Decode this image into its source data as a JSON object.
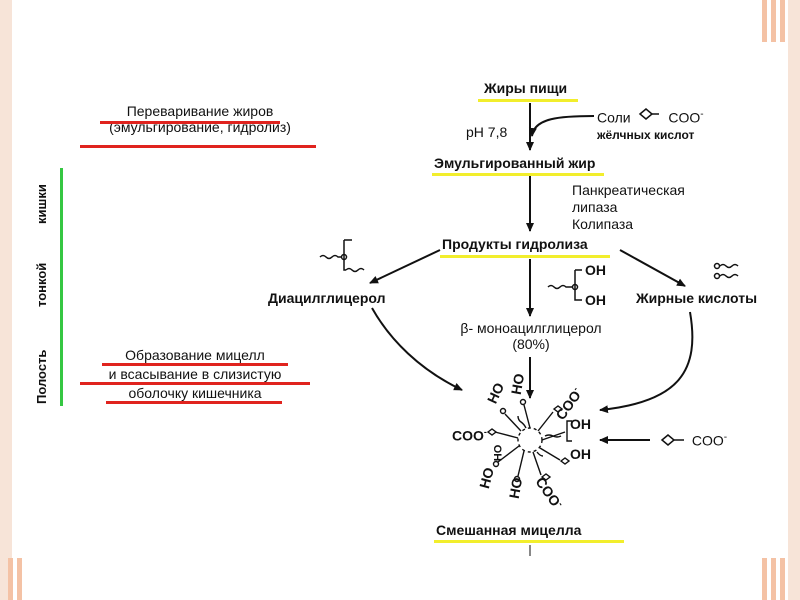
{
  "decor": {
    "frame_color": "#f7e4d8",
    "stripe_color": "#f4c2a5"
  },
  "colors": {
    "yellow_underline": "#f2ee2c",
    "red_underline": "#e0231e",
    "green_line": "#35c742"
  },
  "left": {
    "digestion_line1": "Переваривание жиров",
    "digestion_line2": "(эмульгирование, гидролиз)",
    "micelle_line1": "Образование мицелл",
    "micelle_line2": "и всасывание в слизистую",
    "micelle_line3": "оболочку кишечника",
    "cavity_word1": "Полость",
    "cavity_word2": "тонкой",
    "cavity_word3": "кишки"
  },
  "flow": {
    "food_fats": "Жиры пищи",
    "ph": "pH 7,8",
    "bile_salts_word": "Соли",
    "coo": "COO",
    "coo_charge": "-",
    "bile_acids": "жёлчных кислот",
    "emulsified_fat": "Эмульгированный жир",
    "lipase_line1": "Панкреатическая",
    "lipase_line2": "липаза",
    "colipase": "Колипаза",
    "hydrolysis_products": "Продукты гидролиза",
    "diacylglycerol": "Диацилглицерол",
    "monoacyl_line1": "β- моноацилглицерол",
    "monoacyl_line2": "(80%)",
    "fatty_acids": "Жирные кислоты",
    "oh": "OH",
    "ho": "HO",
    "mixed_micelle": "Смешанная мицелла"
  }
}
